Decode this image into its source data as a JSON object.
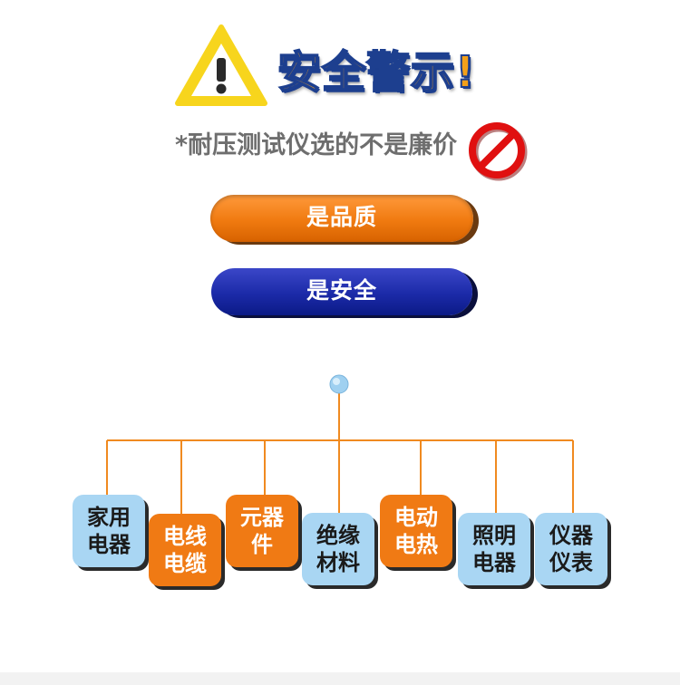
{
  "header": {
    "title": "安全警示!",
    "subtitle": "*耐压测试仪选的不是廉价",
    "warning_icon": "warning-triangle-icon",
    "prohibit_icon": "prohibited-icon"
  },
  "pills": [
    {
      "label": "是品质",
      "color": "#f07a10"
    },
    {
      "label": "是安全",
      "color": "#1b2aa8"
    }
  ],
  "categories": [
    {
      "label": "家用电器",
      "style": "blue"
    },
    {
      "label": "电线电缆",
      "style": "orange"
    },
    {
      "label": "元器件",
      "style": "orange"
    },
    {
      "label": "绝缘材料",
      "style": "blue"
    },
    {
      "label": "电动电热",
      "style": "orange"
    },
    {
      "label": "照明电器",
      "style": "blue"
    },
    {
      "label": "仪器仪表",
      "style": "blue"
    }
  ],
  "colors": {
    "accent_orange": "#f07a14",
    "accent_blue": "#1b2aa8",
    "light_blue": "#a9d6f3",
    "warning_yellow": "#f7d51d"
  }
}
